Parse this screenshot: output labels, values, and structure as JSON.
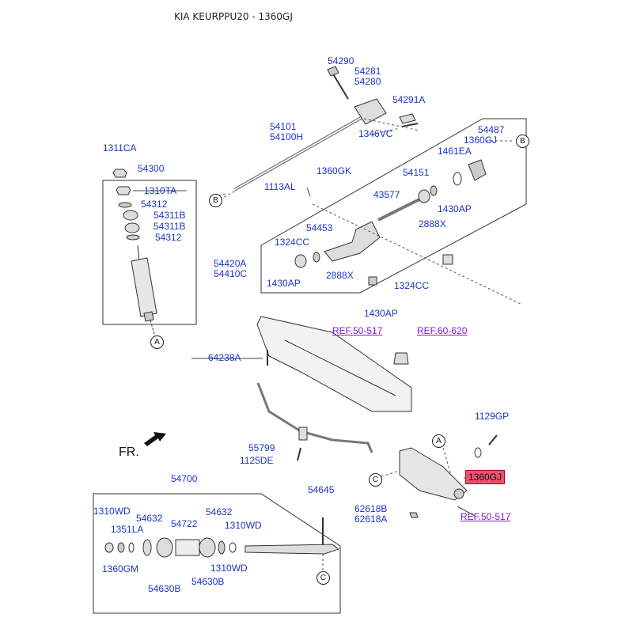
{
  "header": {
    "title": "KIA KEURPPU20 - 1360GJ"
  },
  "direction": {
    "fr": "FR."
  },
  "highlight": {
    "label": "1360GJ"
  },
  "circles": {
    "A1": "A",
    "A2": "A",
    "B1": "B",
    "B2": "B",
    "C1": "C",
    "C2": "C"
  },
  "refs": {
    "ref1": "REF.50-517",
    "ref2": "REF.60-620",
    "ref3": "REF.50-517"
  },
  "labels": {
    "p54290": "54290",
    "p54281": "54281",
    "p54280": "54280",
    "p54291A": "54291A",
    "p54101": "54101",
    "p54100H": "54100H",
    "p1346VC": "1346VC",
    "p54487": "54487",
    "p1360GJ_top": "1360GJ",
    "p1461EA": "1461EA",
    "p1311CA": "1311CA",
    "p54300": "54300",
    "p1310TA": "1310TA",
    "p54312a": "54312",
    "p54311B": "54311B",
    "p54311Bb": "54311B",
    "p54312b": "54312",
    "p1360GK": "1360GK",
    "p1113AL": "1113AL",
    "p54151": "54151",
    "p43577": "43577",
    "p1430AP_r": "1430AP",
    "p2888X_r": "2888X",
    "p54453": "54453",
    "p1324CC_l": "1324CC",
    "p54420A": "54420A",
    "p54410C": "54410C",
    "p2888X_l": "2888X",
    "p1430AP_l": "1430AP",
    "p1324CC_r": "1324CC",
    "p1430AP_b": "1430AP",
    "p64238A": "64238A",
    "p1129GP": "1129GP",
    "p55799": "55799",
    "p1125DE": "1125DE",
    "p54700": "54700",
    "p54645": "54645",
    "p62618B": "62618B",
    "p62618A": "62618A",
    "p1310WD_l": "1310WD",
    "p54632_l": "54632",
    "p1351LA": "1351LA",
    "p54722": "54722",
    "p54632_r": "54632",
    "p1310WD_r": "1310WD",
    "p1360GM": "1360GM",
    "p54630B_l": "54630B",
    "p54630B_r": "54630B",
    "p1310WD_b": "1310WD"
  }
}
